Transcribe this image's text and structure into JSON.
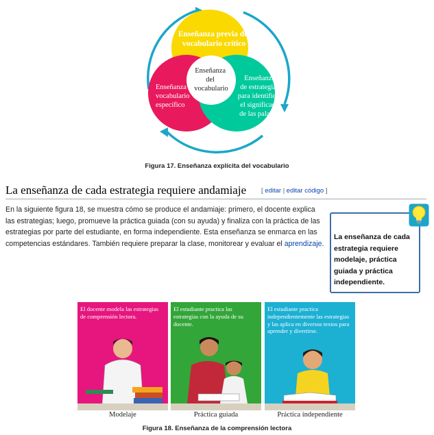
{
  "figure17": {
    "circle_top": "Enseñanza previa de vocabulario crítico",
    "circle_left": "Enseñanza de vocabulario específico",
    "circle_right": "Enseñanza de estrategias para identificar el significado de las palabras",
    "circle_center": "Enseñanza del vocabulario",
    "caption": "Figura 17. Enseñanza explícita del vocabulario",
    "colors": {
      "yellow": "#f9d900",
      "pink": "#e9195e",
      "teal": "#00c99c",
      "arrows": "#1ba6c9"
    }
  },
  "section": {
    "heading": "La enseñanza de cada estrategia requiere andamiaje",
    "edit_open": "[",
    "edit_label": "editar",
    "edit_sep": "|",
    "edit_code_label": "editar código",
    "edit_close": "]"
  },
  "paragraph": {
    "text": "En la siguiente figura 18, se muestra cómo se produce el andamiaje: primero, el docente explica las estrategias; luego, promueve la práctica guiada (con su ayuda) y finaliza con la práctica de las estrategias por parte del estudiante, en forma independiente. Esta enseñanza se enmarca en las competencias estándares. También requiere preparar la clase, monitorear y evaluar el ",
    "link": "aprendizaje",
    "end": "."
  },
  "callout": {
    "text": "La enseñanza de cada estrategia requiere modelaje, práctica guiada y práctica independiente.",
    "icon": "lightbulb-icon"
  },
  "figure18": {
    "panels": [
      {
        "text": "El docente modela las estrategias de comprensión lectora.",
        "label": "Modelaje",
        "color": "#e6167e"
      },
      {
        "text": "El estudiante practica las estrategias con la ayuda de su docente.",
        "label": "Práctica guiada",
        "color": "#32a639"
      },
      {
        "text": "El estudiante practica independientemente las estrategias y las aplica en diversos textos para aprender y divertirse.",
        "label": "Práctica independiente",
        "color": "#1cb0d3"
      }
    ],
    "caption": "Figura 18. Enseñanza de la comprensión lectora"
  }
}
